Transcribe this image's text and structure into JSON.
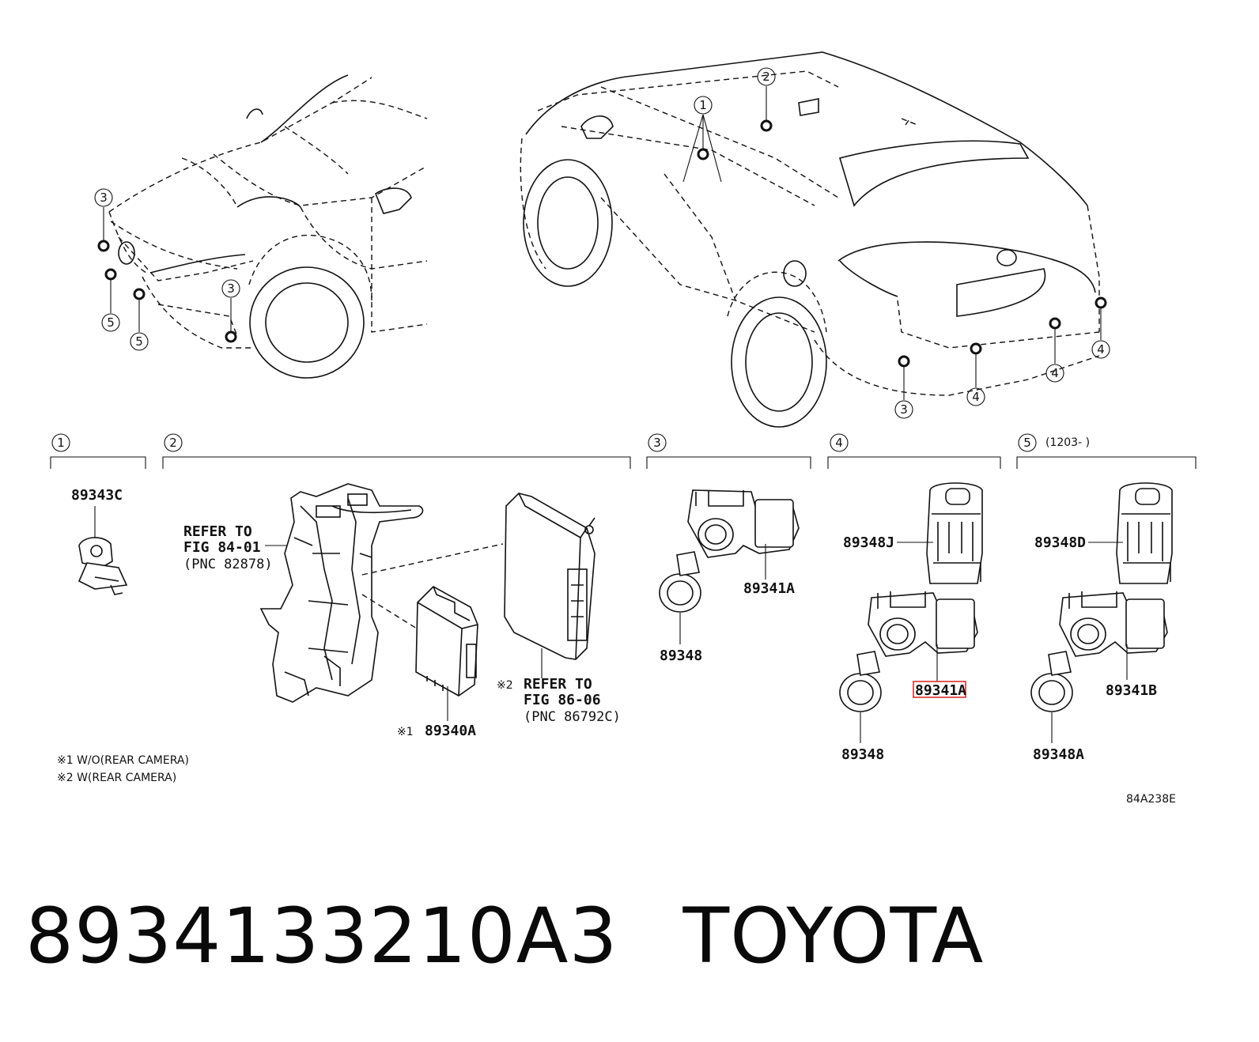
{
  "callouts": {
    "c1": "1",
    "c2": "2",
    "c3": "3",
    "c4": "4",
    "c5": "5"
  },
  "sections": {
    "s1": "1",
    "s2": "2",
    "s3": "3",
    "s4": "4",
    "s5": "5",
    "s5_range": "(1203-      )"
  },
  "parts": {
    "p89343C": "89343C",
    "refer1_line1": "REFER TO",
    "refer1_line2": "FIG 84-01",
    "refer1_line3": "(PNC 82878)",
    "p89340A": "89340A",
    "p89340A_mark": "※1",
    "refer2_mark": "※2",
    "refer2_line1": "REFER TO",
    "refer2_line2": "FIG 86-06",
    "refer2_line3": "(PNC 86792C)",
    "p89341A_s3": "89341A",
    "p89348_s3": "89348",
    "p89348J": "89348J",
    "p89341A_s4": "89341A",
    "p89348_s4": "89348",
    "p89348D": "89348D",
    "p89341B": "89341B",
    "p89348A": "89348A"
  },
  "notes": {
    "n1": "※1 W/O(REAR CAMERA)",
    "n2": "※2 W(REAR CAMERA)",
    "figure_code": "84A238E"
  },
  "highlight_color": "#d9302c",
  "caption": {
    "part_number": "8934133210A3",
    "brand": "TOYOTA"
  }
}
